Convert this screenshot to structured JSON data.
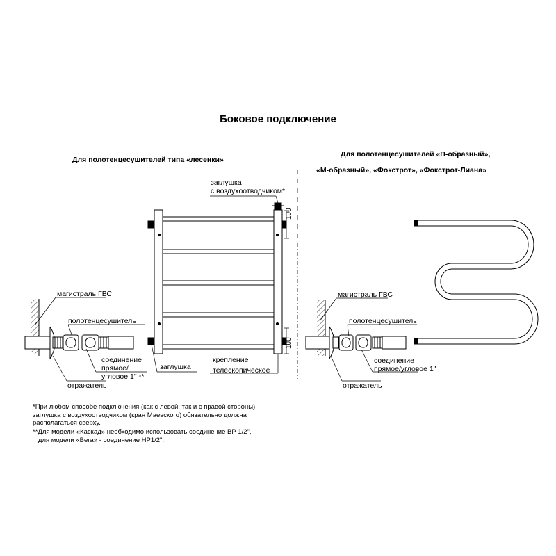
{
  "title": "Боковое подключение",
  "left": {
    "subtitle": "Для полотенцесушителей типа «лесенки»",
    "labels": {
      "plug_air_vent_line1": "заглушка",
      "plug_air_vent_line2": "с воздухоотводчиком*",
      "dimension_top": "100",
      "dimension_bottom": "100",
      "main_line": "магистраль ГВС",
      "towel_dryer": "полотенцесушитель",
      "connection_line1": "соединение",
      "connection_line2": "прямое/",
      "connection_line3": "угловое 1\" **",
      "reflector": "отражатель",
      "plug": "заглушка",
      "mount_line1": "крепление",
      "mount_line2": "телескопическое"
    }
  },
  "right": {
    "subtitle_line1": "Для полотенцесушителей  «П-образный»,",
    "subtitle_line2": "«М-образный», «Фокстрот», «Фокстрот-Лиана»",
    "labels": {
      "main_line": "магистраль ГВС",
      "towel_dryer": "полотенцесушитель",
      "connection_line1": "соединение",
      "connection_line2": "прямое/угловое 1\"",
      "reflector": "отражатель"
    }
  },
  "notes": {
    "note1": "*При любом способе подключения (как с левой, так и с правой стороны)\nзаглушка с воздухоотводчиком (кран Маевского) обязательно должна\nрасполагаться сверху.",
    "note2": "**Для модели «Каскад» необходимо использовать соединение ВР 1/2\",\n   для модели «Вега» - соединение НР1/2\"."
  }
}
